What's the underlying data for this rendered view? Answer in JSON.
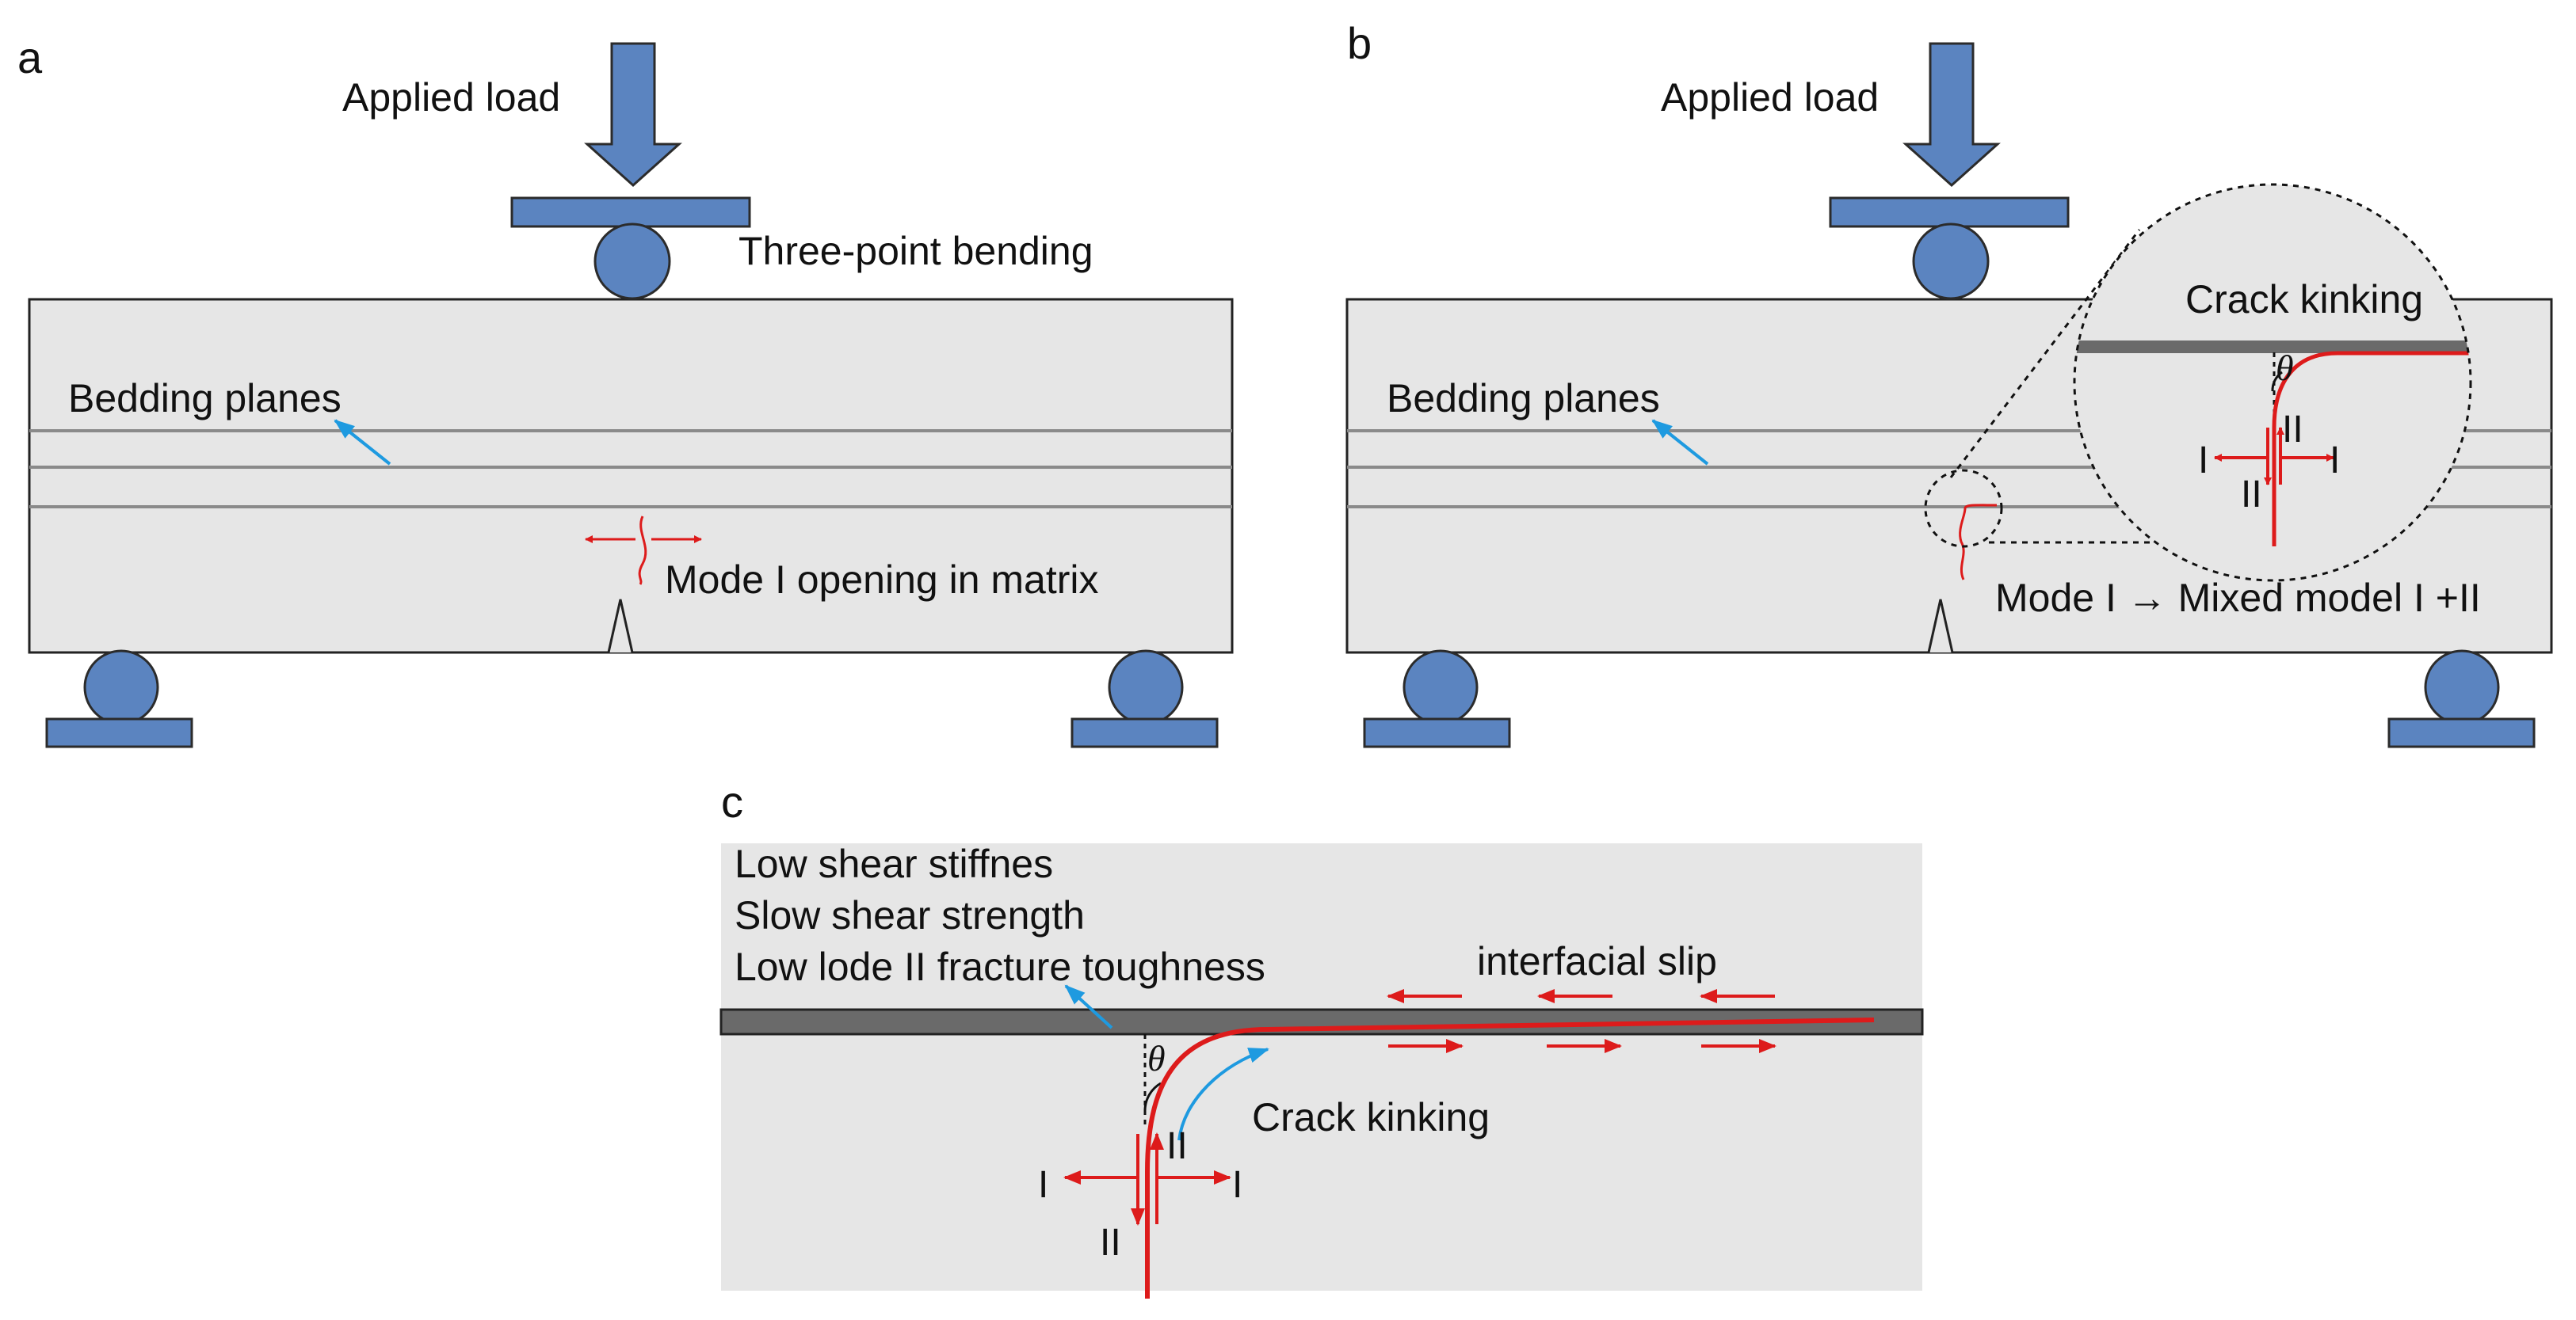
{
  "colors": {
    "specimen_fill": "#e6e6e6",
    "fixture_blue": "#5b84c0",
    "crack_red": "#dd1b1b",
    "pointer_blue": "#1e9ae0",
    "bedding_line": "#8a8a8a",
    "interface_gray": "#6a6a6a"
  },
  "panel_a": {
    "label": "a",
    "applied_load": "Applied load",
    "three_point_bending": "Three-point bending",
    "bedding_planes": "Bedding planes",
    "mode_opening": "Mode I opening in matrix"
  },
  "panel_b": {
    "label": "b",
    "applied_load": "Applied load",
    "bedding_planes": "Bedding planes",
    "crack_kinking": "Crack kinking",
    "theta": "θ",
    "mode_I": "I",
    "mode_II": "II",
    "mode_transition": "Mode I → Mixed model I +II"
  },
  "panel_c": {
    "label": "c",
    "property_1": "Low shear stiffnes",
    "property_2": "Slow shear strength",
    "property_3": "Low lode II fracture toughness",
    "interfacial_slip": "interfacial slip",
    "crack_kinking": "Crack kinking",
    "theta": "θ",
    "mode_I": "I",
    "mode_II": "II"
  }
}
